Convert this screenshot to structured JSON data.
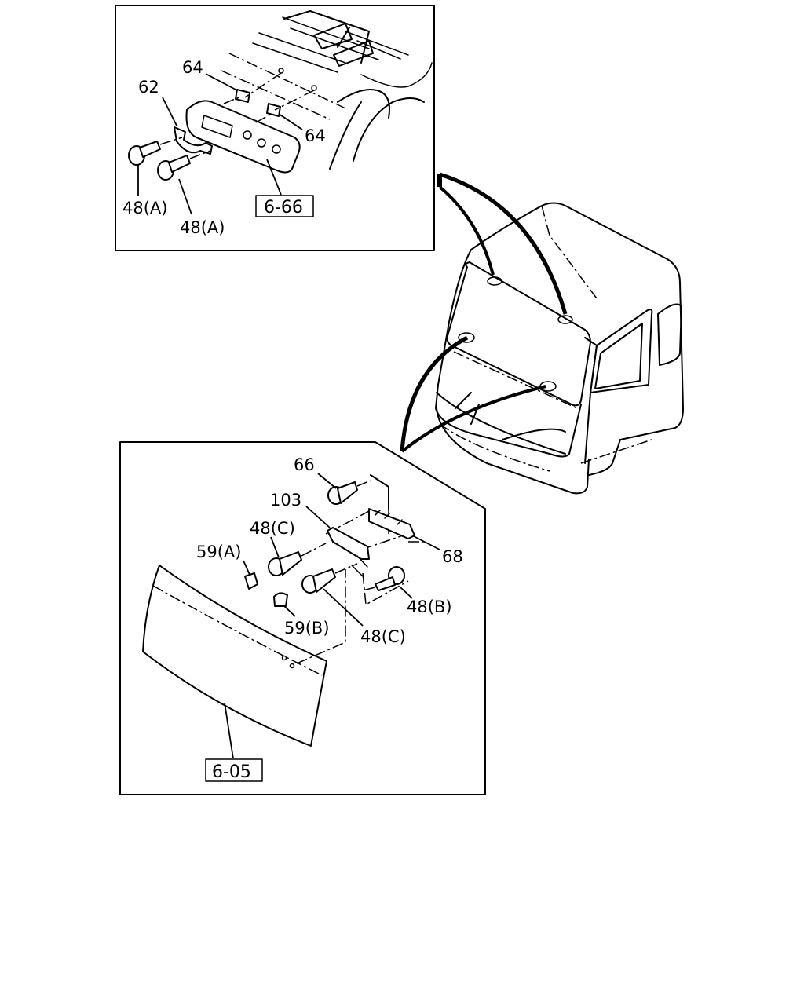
{
  "upper_inset": {
    "callouts": {
      "p64_top": "64",
      "p62": "62",
      "p64_right": "64",
      "p48a_left": "48(A)",
      "p48a_right": "48(A)"
    },
    "reference_box": "6-66"
  },
  "lower_inset": {
    "callouts": {
      "p66": "66",
      "p103": "103",
      "p48c_top": "48(C)",
      "p59a": "59(A)",
      "p68": "68",
      "p48b": "48(B)",
      "p59b": "59(B)",
      "p48c_bottom": "48(C)"
    },
    "reference_box": "6-05"
  }
}
